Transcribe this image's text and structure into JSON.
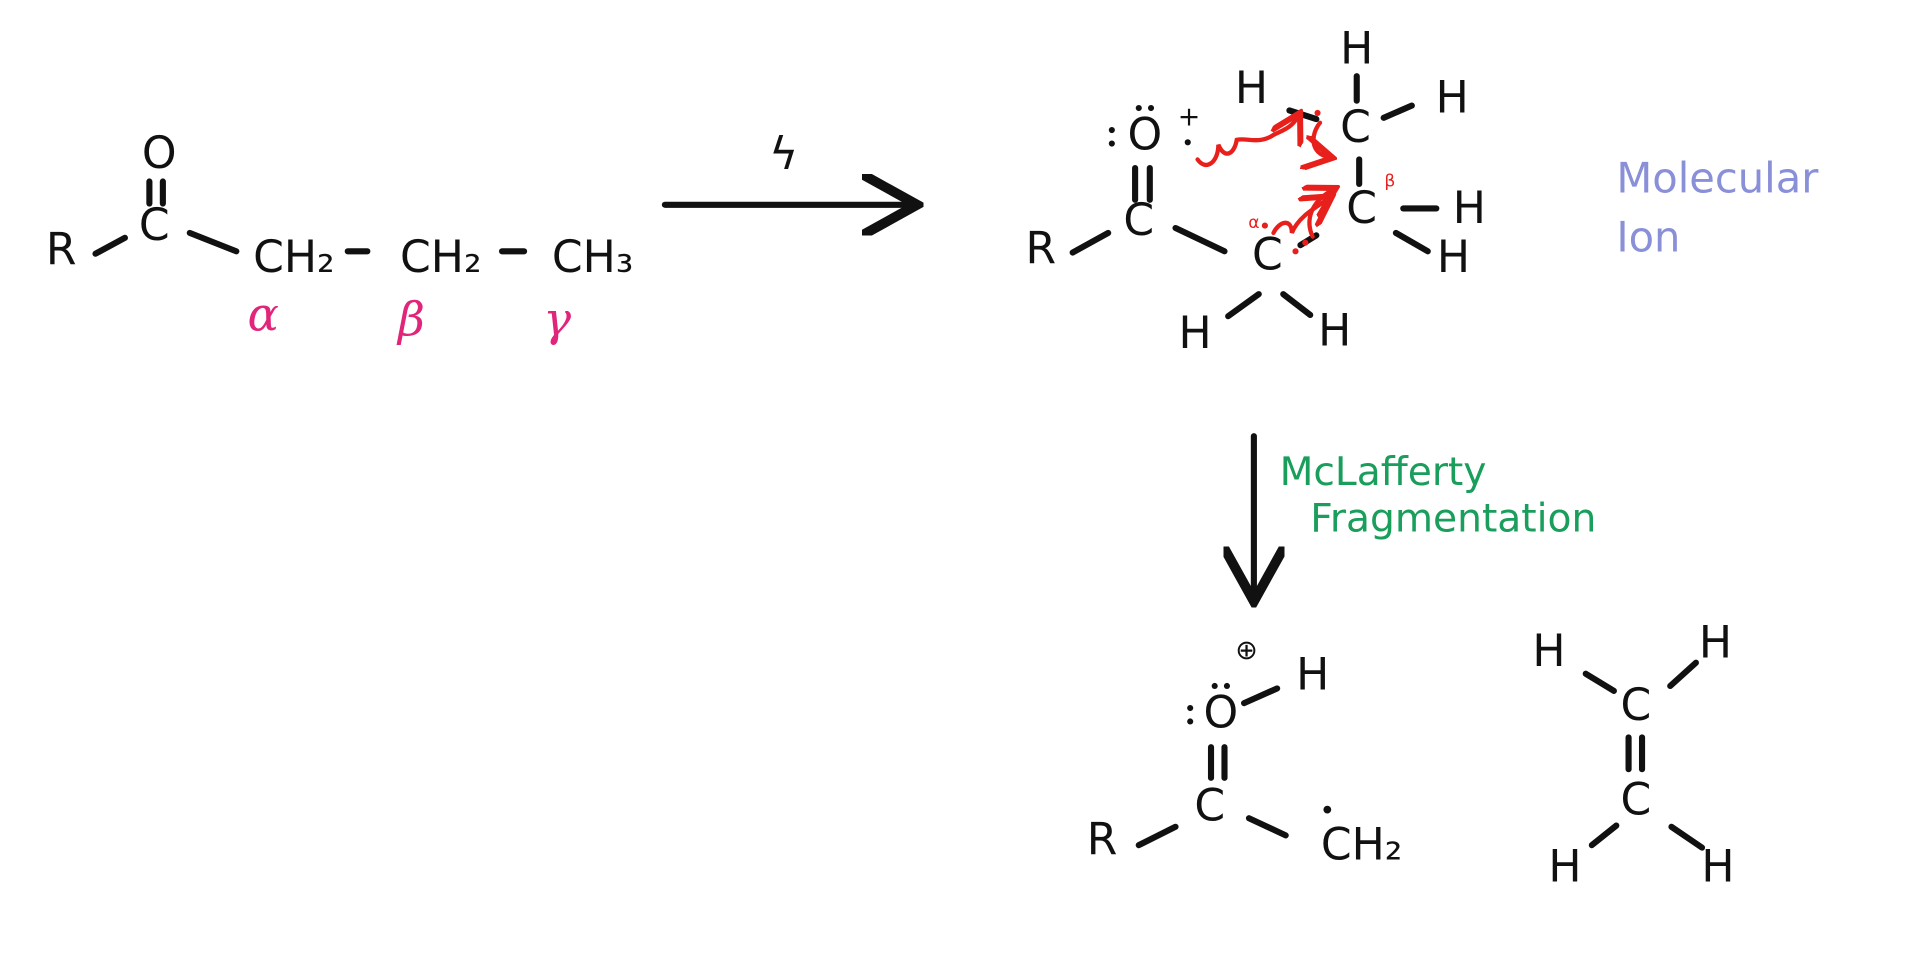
{
  "colors": {
    "ink": "#111111",
    "greek_labels": "#e0257a",
    "electron_arrows": "#e8201c",
    "molecular_ion_label": "#8a90d8",
    "fragmentation_label": "#1a9e5c"
  },
  "reactant": {
    "r": "R",
    "carbonyl_c": "C",
    "oxygen": "O",
    "ch2_alpha": "CH₂",
    "ch2_beta": "CH₂",
    "ch3": "CH₃",
    "greek": [
      "α",
      "β",
      "γ"
    ]
  },
  "ionization_arrow": {
    "symbol": "ϟ",
    "icon": "lightning-icon"
  },
  "molecular_ion": {
    "r": "R",
    "carbonyl_c": "C",
    "oxygen": "O",
    "charge": "+",
    "alpha_c": "C",
    "beta_c": "C",
    "gamma_c": "C",
    "h": [
      "H",
      "H",
      "H",
      "H",
      "H",
      "H",
      "H"
    ],
    "small_labels": {
      "alpha": "α",
      "beta": "β"
    },
    "label": [
      "Molecular",
      "Ion"
    ]
  },
  "fragmentation": {
    "label": [
      "McLafferty",
      "Fragmentation"
    ]
  },
  "enol_product": {
    "r": "R",
    "c": "C",
    "oxygen": "O",
    "charge": "⊕",
    "h": "H",
    "ch2": "CH₂",
    "radical_dot": "•"
  },
  "ethylene": {
    "c": [
      "C",
      "C"
    ],
    "h": [
      "H",
      "H",
      "H",
      "H"
    ]
  }
}
